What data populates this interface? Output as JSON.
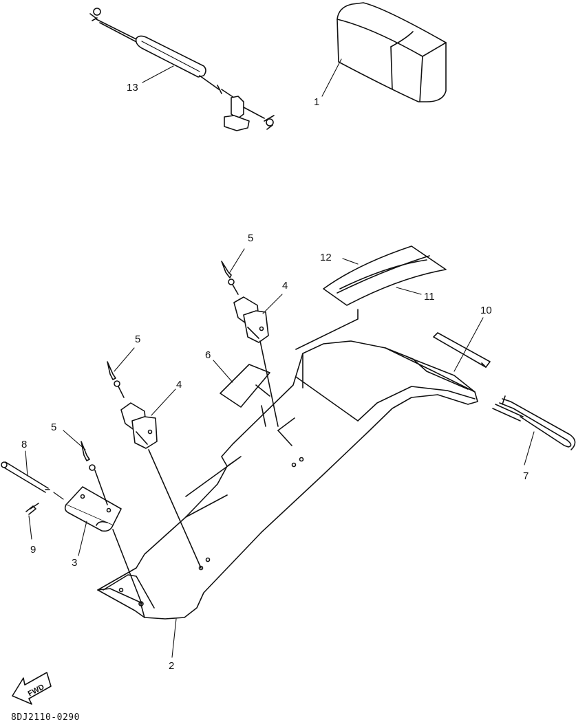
{
  "callouts": {
    "c1": "1",
    "c2": "2",
    "c3": "3",
    "c4a": "4",
    "c4b": "4",
    "c5a": "5",
    "c5b": "5",
    "c5c": "5",
    "c6": "6",
    "c7": "7",
    "c8": "8",
    "c9": "9",
    "c10": "10",
    "c11": "11",
    "c12": "12",
    "c13": "13"
  },
  "fwd_label": "FWD",
  "drawing_code": "8DJ2110-0290"
}
